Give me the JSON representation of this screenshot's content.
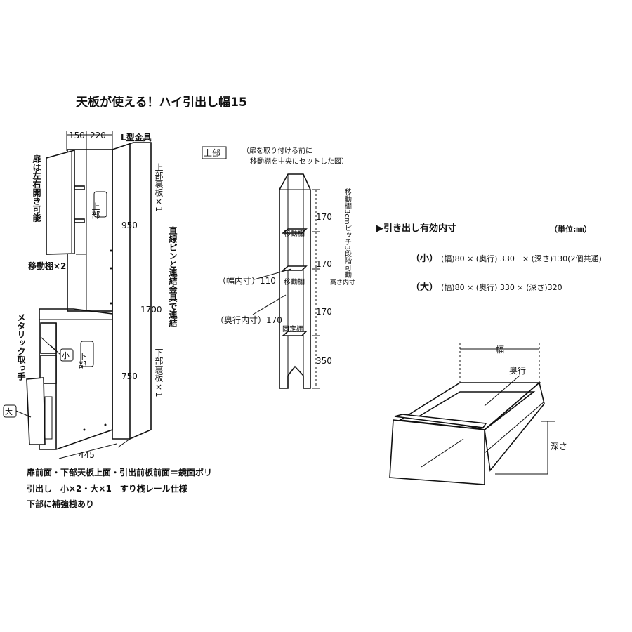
{
  "title": "天板が使える！ハイ引出し幅15",
  "left": {
    "dims_top": {
      "a": "150",
      "b": "220"
    },
    "l_bracket": "L型金具",
    "door_note": "扉は左右開き可能",
    "upper_label": "上部",
    "upper_back": "上部裏板×1",
    "movable_shelf": "移動棚×2",
    "h950": "950",
    "h1700": "1700",
    "h750": "750",
    "joint_note": "直線ピンと連結金具で連結",
    "metallic_handle": "メタリック取っ手",
    "small": "小",
    "large": "大",
    "lower_label": "下部",
    "lower_back": "下部裏板×1",
    "w445": "445",
    "note1": "扉前面・下部天板上面・引出前板前面＝鏡面ポリ",
    "note2": "引出し　小×2・大×1　すり桟レール仕様",
    "note3": "下部に補強桟あり"
  },
  "middle": {
    "upper_box": "上部",
    "caption_l1": "（扉を取り付ける前に",
    "caption_l2": "移動棚を中央にセットした図）",
    "pitch_note": "移動棚3cmピッチ3段階可動",
    "d170a": "170",
    "d170b": "170",
    "d170c": "170",
    "d350": "350",
    "shelf1": "移動棚",
    "shelf2": "移動棚",
    "fixed": "固定棚",
    "width_inner": "（幅内寸）110",
    "depth_inner": "（奥行内寸）170",
    "height_inner": "高さ内寸"
  },
  "right": {
    "heading": "▶引き出し有効内寸",
    "unit": "（単位:㎜）",
    "small_label": "（小）",
    "small_spec": "(幅)80 × (奥行) 330　× (深さ)130(2個共通)",
    "large_label": "（大）",
    "large_spec": "(幅)80 × (奥行) 330 × (深さ)320",
    "lbl_width": "幅",
    "lbl_depth": "奥行",
    "lbl_deep": "深さ"
  }
}
